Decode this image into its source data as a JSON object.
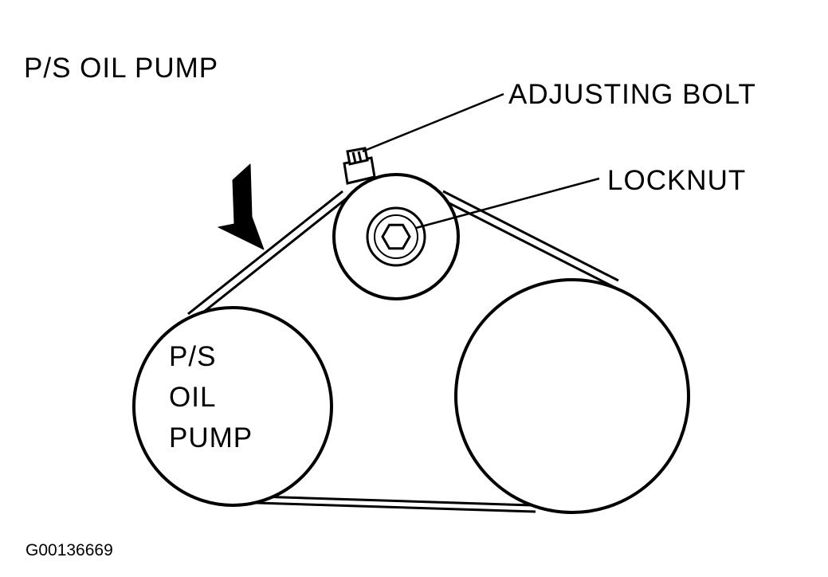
{
  "title": "P/S OIL PUMP",
  "labels": {
    "adjusting_bolt": "ADJUSTING BOLT",
    "locknut": "LOCKNUT",
    "pump_line1": "P/S",
    "pump_line2": "OIL",
    "pump_line3": "PUMP"
  },
  "figure_id": "G00136669",
  "colors": {
    "ink": "#000000",
    "paper": "#ffffff"
  }
}
